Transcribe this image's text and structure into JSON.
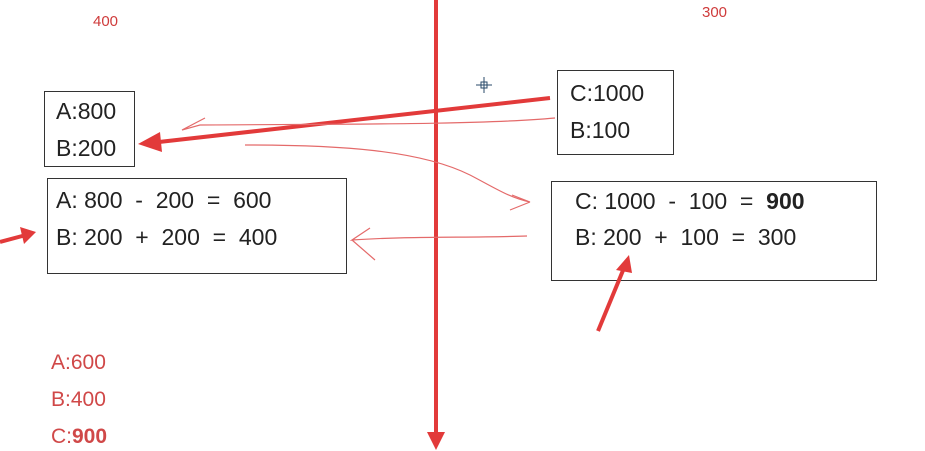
{
  "annotations": {
    "top_left_note": "400",
    "top_right_note": "300"
  },
  "box_initial_left": {
    "line1": "A:800",
    "line2": "B:200"
  },
  "box_initial_right": {
    "line1": "C:1000",
    "line2": "B:100"
  },
  "box_calc_left": {
    "line1": "A: 800  -  200  =  600",
    "line2": "B: 200  +  200  =  400"
  },
  "box_calc_right": {
    "line1_prefix": "C: 1000  -  100  =  ",
    "line1_result": "900",
    "line2": "B: 200  +  100  =  300"
  },
  "summary": {
    "a": "A:600",
    "b": "B:400",
    "c_prefix": "C:",
    "c_value": "900"
  },
  "colors": {
    "arrow_red": "#e23a3a",
    "sketch_red": "#e46a6a",
    "summary_red": "#d04848",
    "box_border": "#333333"
  }
}
